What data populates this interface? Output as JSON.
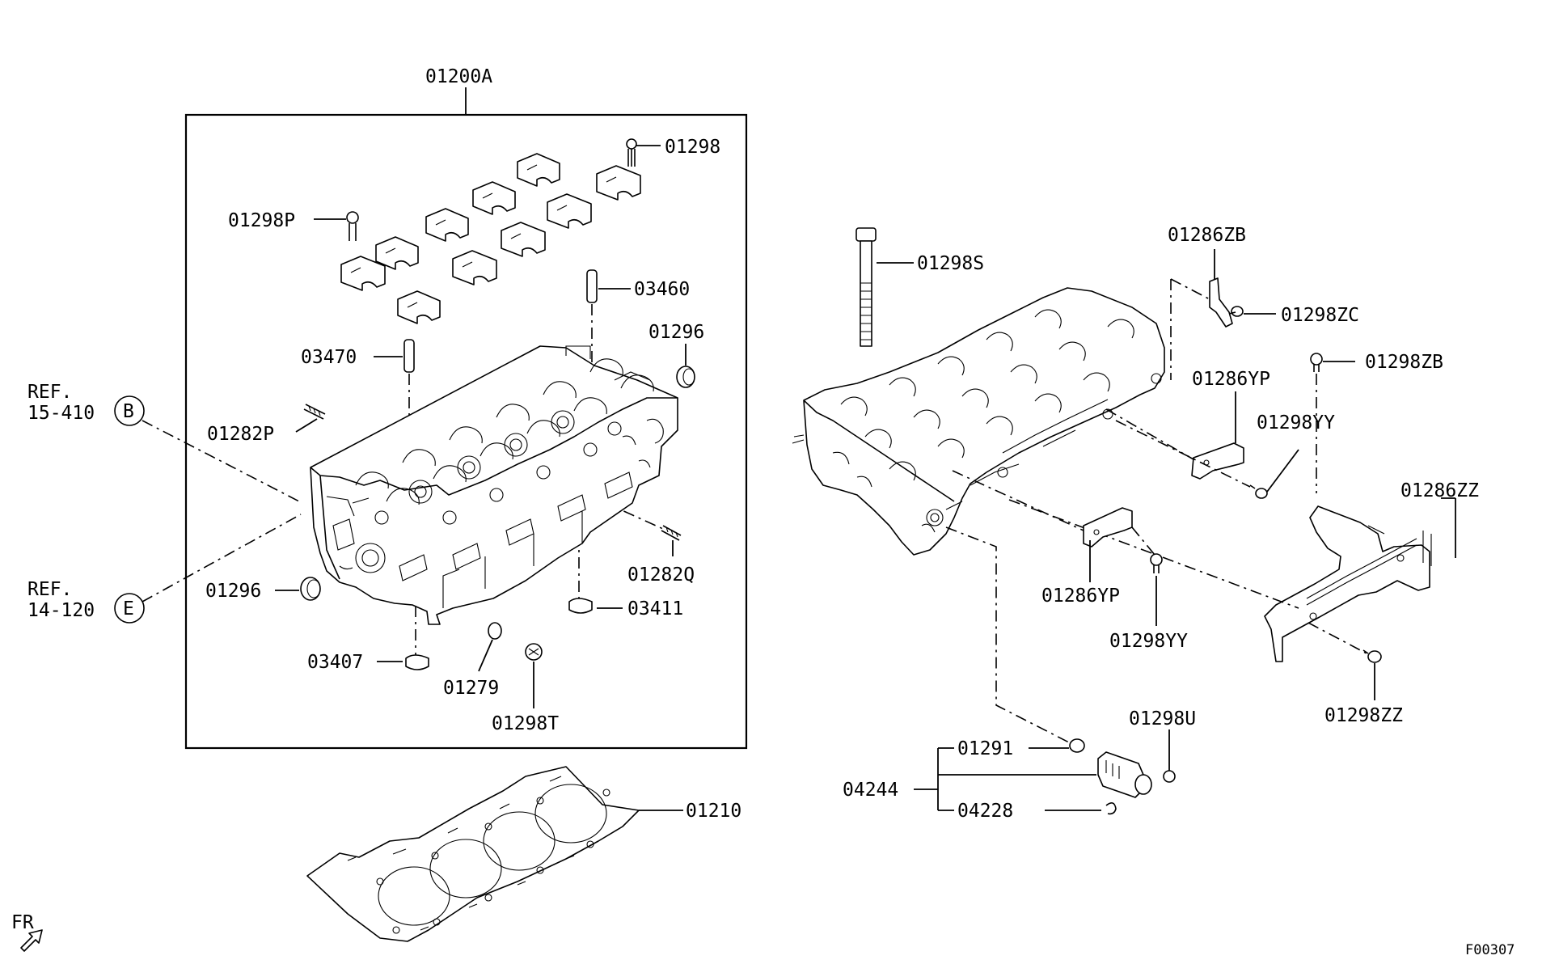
{
  "labels": {
    "assembly_head": "01200A",
    "bolt_01298": "01298",
    "bolt_01298p": "01298P",
    "pin_03460": "03460",
    "plug_01296_top": "01296",
    "pin_03470": "03470",
    "stud_01282p": "01282P",
    "plug_01296_left": "01296",
    "stud_01282q": "01282Q",
    "seal_03411": "03411",
    "seal_03407": "03407",
    "oring_01279": "01279",
    "bolt_01298t": "01298T",
    "gasket_01210": "01210",
    "bolt_01298s": "01298S",
    "bracket_01286zb": "01286ZB",
    "bolt_01298zc": "01298ZC",
    "bolt_01298zb": "01298ZB",
    "bracket_01286yp_upper": "01286YP",
    "bolt_01298yy_upper": "01298YY",
    "bracket_01286zz": "01286ZZ",
    "bracket_01286yp_lower": "01286YP",
    "bolt_01298yy_lower": "01298YY",
    "bolt_01298zz": "01298ZZ",
    "bolt_01298u": "01298U",
    "oring_01291": "01291",
    "valve_04244": "04244",
    "clip_04228": "04228"
  },
  "refs": {
    "ref_b_word": "REF.",
    "ref_b_number": "15-410",
    "ref_b_letter": "B",
    "ref_e_word": "REF.",
    "ref_e_number": "14-120",
    "ref_e_letter": "E"
  },
  "front_marker": "FR",
  "figure_code": "F00307"
}
